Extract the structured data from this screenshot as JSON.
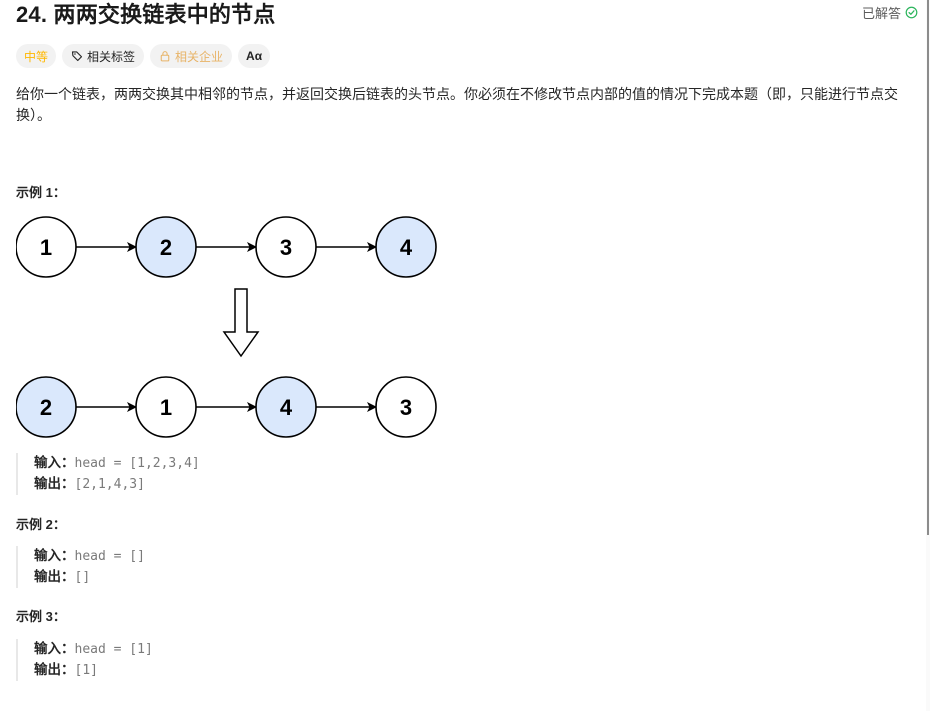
{
  "problem": {
    "title": "24. 两两交换链表中的节点",
    "status": "已解答",
    "status_color": "#2db55d"
  },
  "tags": {
    "difficulty": "中等",
    "difficulty_color": "#ffb800",
    "topics": "相关标签",
    "companies": "相关企业",
    "font_toggle": "Aα"
  },
  "description": "给你一个链表，两两交换其中相邻的节点，并返回交换后链表的头节点。你必须在不修改节点内部的值的情况下完成本题（即，只能进行节点交换）。",
  "examples": [
    {
      "label": "示例 1：",
      "input_label": "输入：",
      "input": "head = [1,2,3,4]",
      "output_label": "输出：",
      "output": "[2,1,4,3]",
      "diagram": {
        "before": [
          {
            "value": "1",
            "highlight": false
          },
          {
            "value": "2",
            "highlight": true
          },
          {
            "value": "3",
            "highlight": false
          },
          {
            "value": "4",
            "highlight": true
          }
        ],
        "after": [
          {
            "value": "2",
            "highlight": true
          },
          {
            "value": "1",
            "highlight": false
          },
          {
            "value": "4",
            "highlight": true
          },
          {
            "value": "3",
            "highlight": false
          }
        ],
        "highlight_color": "#dae8fc"
      }
    },
    {
      "label": "示例 2：",
      "input_label": "输入：",
      "input": "head = []",
      "output_label": "输出：",
      "output": "[]"
    },
    {
      "label": "示例 3：",
      "input_label": "输入：",
      "input": "head = [1]",
      "output_label": "输出：",
      "output": "[1]"
    }
  ]
}
